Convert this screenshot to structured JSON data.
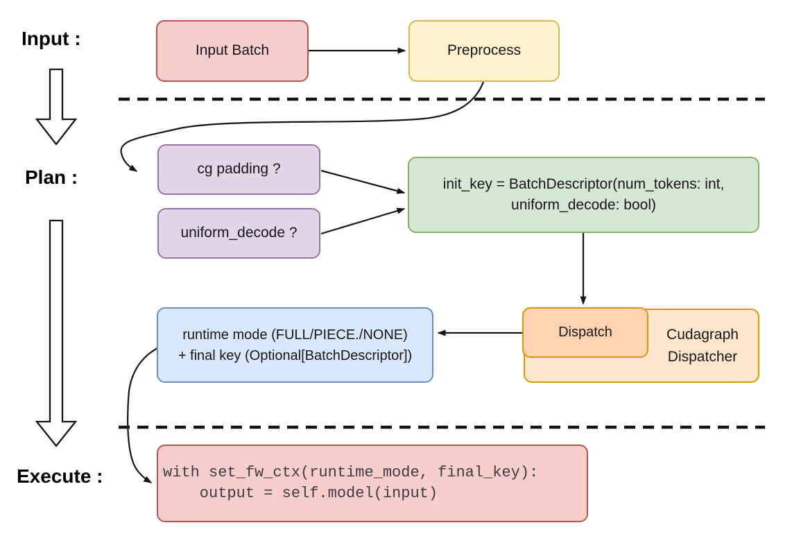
{
  "stage_labels": {
    "input": "Input :",
    "plan": "Plan :",
    "execute": "Execute :"
  },
  "colors": {
    "red_fill": "#f8cecc",
    "red_stroke": "#b85450",
    "yellow_fill": "#fff2cc",
    "yellow_stroke": "#d6b656",
    "purple_fill": "#e1d5e7",
    "purple_stroke": "#9673a6",
    "green_fill": "#d5e8d4",
    "green_stroke": "#82b366",
    "blue_fill": "#dae8fc",
    "blue_stroke": "#6c8ebf",
    "orange_fill": "#ffe6cc",
    "orange_stroke": "#d79b00",
    "salmon_fill": "#ffd2b2",
    "connector": "#141414",
    "code_text": "#3d3d3d"
  },
  "nodes": {
    "input_batch": {
      "label": "Input Batch"
    },
    "preprocess": {
      "label": "Preprocess"
    },
    "cg_padding": {
      "label": "cg padding ?"
    },
    "uniform_decode": {
      "label": "uniform_decode ?"
    },
    "init_key": {
      "line1": "init_key = BatchDescriptor(num_tokens: int,",
      "line2": "uniform_decode: bool)"
    },
    "dispatch": {
      "label": "Dispatch"
    },
    "cudagraph_dispatcher": {
      "line1": "Cudagraph",
      "line2": "Dispatcher"
    },
    "runtime_mode": {
      "line1": "runtime mode (FULL/PIECE./NONE)",
      "line2": "+ final key (Optional[BatchDescriptor])"
    },
    "execute_code": {
      "line1": "with set_fw_ctx(runtime_mode, final_key):",
      "line2": "    output = self.model(input)"
    }
  }
}
